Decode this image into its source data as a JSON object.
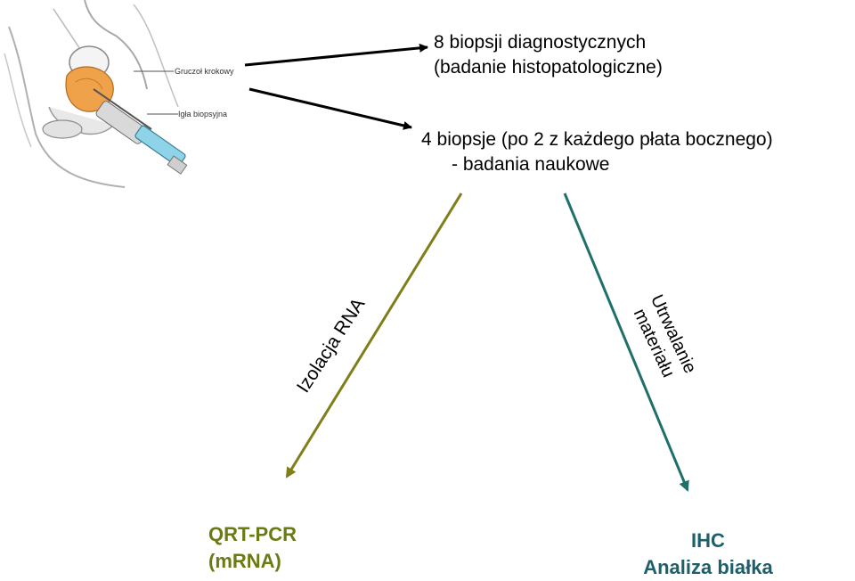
{
  "illustration": {
    "label_gland": "Gruczoł krokowy",
    "label_needle": "Igła biopsyjna"
  },
  "biopsies": {
    "line1": "8 biopsji diagnostycznych",
    "line2": "(badanie histopatologiczne)"
  },
  "research": {
    "line1": "4 biopsje (po 2 z każdego płata bocznego)",
    "line2": "- badania naukowe"
  },
  "branch_left": {
    "label": "Izolacja RNA",
    "result_line1": "QRT-PCR",
    "result_line2": "(mRNA)"
  },
  "branch_right": {
    "label_line1": "Utrwalanie",
    "label_line2": "materiału",
    "result_line1": "IHC",
    "result_line2": "Analiza białka"
  },
  "colors": {
    "left_branch": "#7f7f1a",
    "right_branch": "#1f6f6a",
    "left_text": "#6b7a12",
    "right_text": "#1d5f6a",
    "black_arrow": "#000000"
  }
}
